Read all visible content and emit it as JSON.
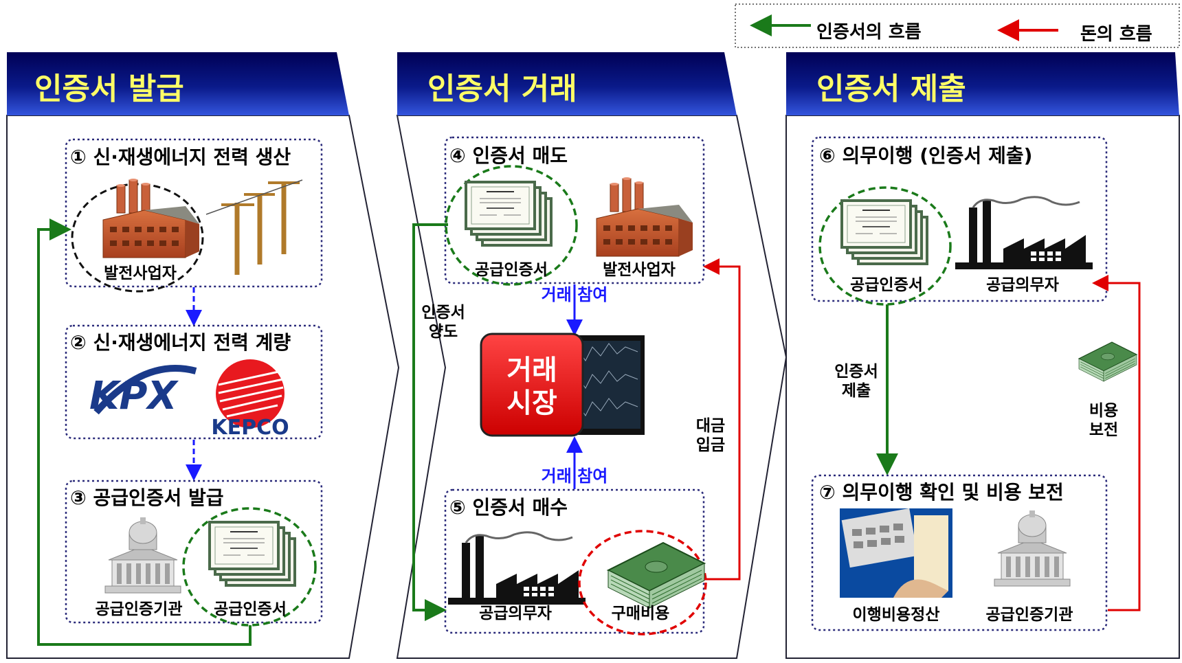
{
  "legend": {
    "certificate_flow": "인증서의 흐름",
    "money_flow": "돈의 흐름"
  },
  "sections": [
    {
      "title": "인증서 발급",
      "steps": [
        {
          "title": "① 신·재생에너지 전력 생산",
          "labels": [
            "발전사업자"
          ]
        },
        {
          "title": "② 신·재생에너지 전력 계량",
          "logos": [
            "KPX",
            "KEPCO"
          ]
        },
        {
          "title": "③ 공급인증서 발급",
          "labels": [
            "공급인증기관",
            "공급인증서"
          ]
        }
      ]
    },
    {
      "title": "인증서 거래",
      "steps": [
        {
          "title": "④ 인증서 매도",
          "labels": [
            "공급인증서",
            "발전사업자"
          ]
        },
        {
          "title": "⑤ 인증서 매수",
          "labels": [
            "공급의무자",
            "구매비용"
          ]
        }
      ],
      "market": "거래\n시장",
      "participate_top": "거래 참여",
      "participate_bottom": "거래 참여",
      "transfer_label": "인증서\n양도",
      "payment_label": "대금\n입금"
    },
    {
      "title": "인증서 제출",
      "steps": [
        {
          "title": "⑥ 의무이행 (인증서 제출)",
          "labels": [
            "공급인증서",
            "공급의무자"
          ]
        },
        {
          "title": "⑦ 의무이행 확인 및 비용 보전",
          "labels": [
            "이행비용정산",
            "공급인증기관"
          ]
        }
      ],
      "submit_label": "인증서\n제출",
      "compensation_label": "비용\n보전"
    }
  ],
  "colors": {
    "header_dark": "#000066",
    "header_light": "#2a4bd0",
    "header_text": "#ffff66",
    "certificate_arrow": "#1a7a1a",
    "money_arrow": "#e00000",
    "step_arrow": "#1a1aff",
    "box_border": "#2a2a7a",
    "market": "#ee1111"
  },
  "icons": [
    "factory-icon",
    "power-pole-icon",
    "certificate-icon",
    "building-icon",
    "industrial-plant-icon",
    "money-icon",
    "calculator-icon",
    "chart-screen-icon"
  ]
}
